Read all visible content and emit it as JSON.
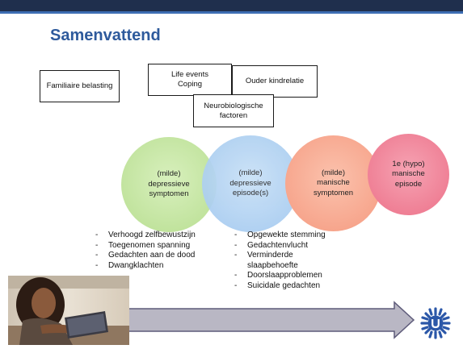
{
  "slide": {
    "title": "Samenvattend",
    "factors": [
      {
        "label": "Familiaire belasting"
      },
      {
        "label": "Life events\nCoping"
      },
      {
        "label": "Ouder kindrelatie"
      },
      {
        "label": "Neurobiologische\nfactoren"
      }
    ],
    "stages": [
      {
        "label": "(milde)\ndepressieve\nsymptomen",
        "color": "#c2e39e"
      },
      {
        "label": "(milde)\ndepressieve\nepisode(s)",
        "color": "#a9cdf0"
      },
      {
        "label": "(milde)\nmanische\nsymptomen",
        "color": "#f7a58a"
      },
      {
        "label": "1e (hypo)\nmanische\nepisode",
        "color": "#ef7a92"
      }
    ],
    "left_list": [
      "Verhoogd zelfbewustzijn",
      "Toegenomen spanning",
      "Gedachten aan de dood",
      "Dwangklachten"
    ],
    "right_list": [
      "Opgewekte stemming",
      "Gedachtenvlucht",
      "Verminderde slaapbehoefte",
      "Doorslaapproblemen",
      "Suicidale gedachten"
    ],
    "colors": {
      "header_bar": "#1f2f4d",
      "header_line": "#3d6db3",
      "title": "#2e5a9c",
      "arrow_fill": "#b9b7c4",
      "arrow_stroke": "#5e5b7a",
      "logo": "#2b57a8"
    },
    "icons": {
      "photo": "girl-with-tablet-photo",
      "logo": "university-logo-icon"
    }
  }
}
